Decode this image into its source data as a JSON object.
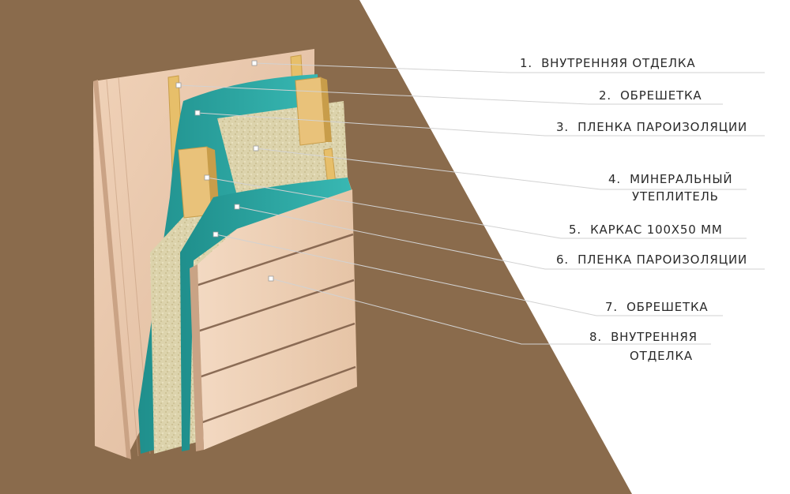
{
  "colors": {
    "background": "#8a6b4c",
    "panel": "#ffffff",
    "wood": "#e8c5a8",
    "membrane": "#2faaa6",
    "insulation": "#d8cfa6",
    "stud": "#e7bf6a",
    "leader": "#d6d6d6"
  },
  "labels": [
    {
      "number": "1.",
      "line1": "ВНУТРЕННЯЯ ОТДЕЛКА",
      "line2": ""
    },
    {
      "number": "2.",
      "line1": "ОБРЕШЕТКА",
      "line2": ""
    },
    {
      "number": "3.",
      "line1": "ПЛЕНКА ПАРОИЗОЛЯЦИИ",
      "line2": ""
    },
    {
      "number": "4.",
      "line1": "МИНЕРАЛЬНЫЙ",
      "line2": "УТЕПЛИТЕЛЬ"
    },
    {
      "number": "5.",
      "line1": "КАРКАС 100Х50 ММ",
      "line2": ""
    },
    {
      "number": "6.",
      "line1": "ПЛЕНКА ПАРОИЗОЛЯЦИИ",
      "line2": ""
    },
    {
      "number": "7.",
      "line1": "ОБРЕШЕТКА",
      "line2": ""
    },
    {
      "number": "8.",
      "line1": "ВНУТРЕННЯЯ",
      "line2": "ОТДЕЛКА"
    }
  ]
}
